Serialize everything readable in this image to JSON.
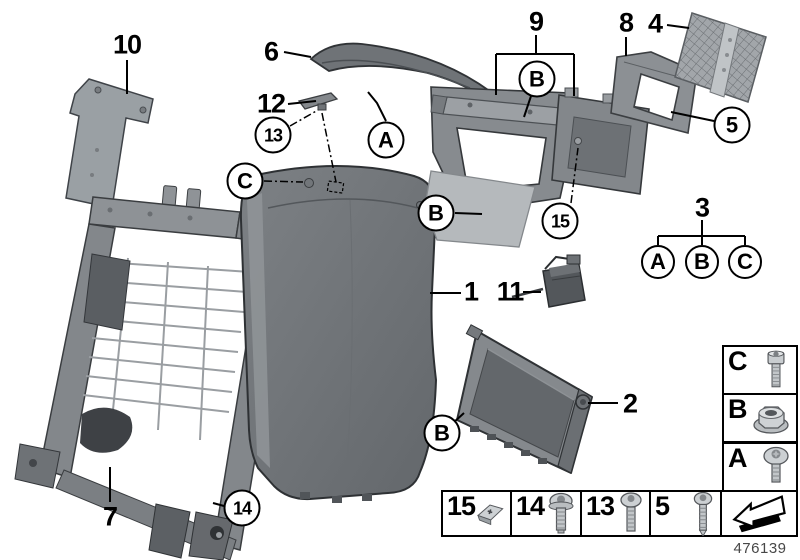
{
  "doc": {
    "part_number": "476139"
  },
  "colors": {
    "background": "#ffffff",
    "outline": "#000000",
    "part_light": "#9ba0a4",
    "part_mid": "#85898d",
    "part_dark": "#5f6367"
  },
  "callouts": {
    "n10": "10",
    "n6": "6",
    "n12": "12",
    "n9": "9",
    "n8": "8",
    "n4": "4",
    "n3": "3",
    "n1": "1",
    "n11": "11",
    "n2": "2",
    "n7": "7",
    "c13": "13",
    "cA": "A",
    "cC": "C",
    "cB_bracket": "B",
    "cB_foam": "B",
    "c15": "15",
    "cB_display": "B",
    "c14": "14",
    "c5": "5",
    "trio": {
      "a": "A",
      "b": "B",
      "c": "C"
    }
  },
  "legend": {
    "right_rows": [
      {
        "letter": "C",
        "icon": "socket-cap-screw"
      },
      {
        "letter": "B",
        "icon": "flange-nut"
      },
      {
        "letter": "A",
        "icon": "pan-head-screw"
      }
    ],
    "bottom_cells": [
      {
        "number": "15",
        "icon": "spring-clip"
      },
      {
        "number": "14",
        "icon": "flange-screw"
      },
      {
        "number": "13",
        "icon": "machine-screw"
      },
      {
        "number": "5",
        "icon": "tapping-screw"
      }
    ],
    "continuation_icon": "continuation-arrow"
  }
}
